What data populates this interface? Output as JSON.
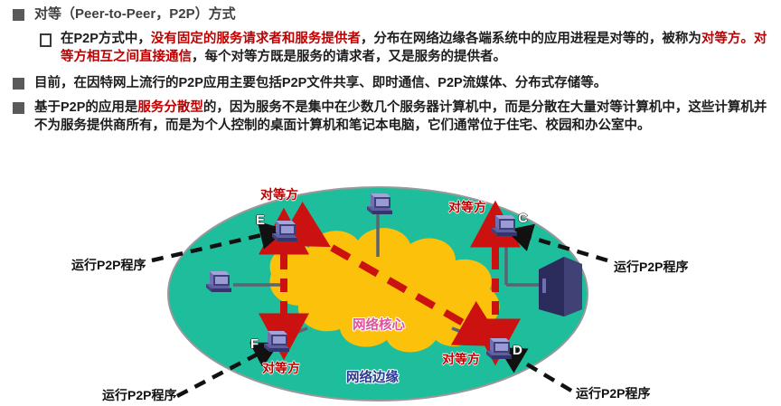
{
  "slide": {
    "heading": {
      "prefix": "对等",
      "paren": "（Peer-to-Peer，P2P）",
      "suffix": "方式"
    },
    "bullets": [
      {
        "level": 2,
        "marker": "hollow-square",
        "segments": [
          {
            "text": "在P2P方式中，",
            "style": "normal"
          },
          {
            "text": "没有固定的服务请求者和服务提供者",
            "style": "red"
          },
          {
            "text": "，分布在网络边缘各端系统中的应用进程是对等的，被称为",
            "style": "normal"
          },
          {
            "text": "对等方。对等方相互之间直接通信",
            "style": "red"
          },
          {
            "text": "，每个对等方既是服务的请求者，又是服务的提供者。",
            "style": "normal"
          }
        ]
      },
      {
        "level": 1,
        "marker": "filled-square",
        "segments": [
          {
            "text": "目前，在因特网上流行的P2P应用主要包括P2P文件共享、即时通信、P2P流媒体、分布式存储等。",
            "style": "normal"
          }
        ]
      },
      {
        "level": 1,
        "marker": "filled-square",
        "segments": [
          {
            "text": "基于P2P的应用是",
            "style": "normal"
          },
          {
            "text": "服务分散型",
            "style": "red"
          },
          {
            "text": "的，因为服务不是集中在少数几个服务器计算机中，而是分散在大量对等计算机中，这些计算机并不为服务提供商所有，而是为个人控制的桌面计算机和笔记本电脑，它们通常位于住宅、校园和办公室中。",
            "style": "normal"
          }
        ]
      }
    ]
  },
  "diagram": {
    "colors": {
      "edge_ellipse": "#1ebd9c",
      "edge_ellipse_stroke": "#8c8c8c",
      "core_cloud": "#fcc10a",
      "red_arrow": "#cc1111",
      "black_arrow": "#111111",
      "computer_body": "#8f90c8",
      "computer_dark": "#3b3b6b",
      "server_box": "#34356b",
      "link_line": "#5b6470"
    },
    "core_label": "网络核心",
    "edge_label": "网络边缘",
    "peer_labels": [
      {
        "id": "peer-e",
        "text": "对等方"
      },
      {
        "id": "peer-c",
        "text": "对等方"
      },
      {
        "id": "peer-f",
        "text": "对等方"
      },
      {
        "id": "peer-d",
        "text": "对等方"
      }
    ],
    "node_labels": [
      {
        "id": "node-e",
        "text": "E"
      },
      {
        "id": "node-c",
        "text": "C"
      },
      {
        "id": "node-f",
        "text": "F"
      },
      {
        "id": "node-d",
        "text": "D"
      }
    ],
    "run_labels": [
      {
        "id": "run-top-left",
        "text": "运行P2P程序"
      },
      {
        "id": "run-bottom-left",
        "text": "运行P2P程序"
      },
      {
        "id": "run-top-right",
        "text": "运行P2P程序"
      },
      {
        "id": "run-bottom-right",
        "text": "运行P2P程序"
      }
    ]
  }
}
